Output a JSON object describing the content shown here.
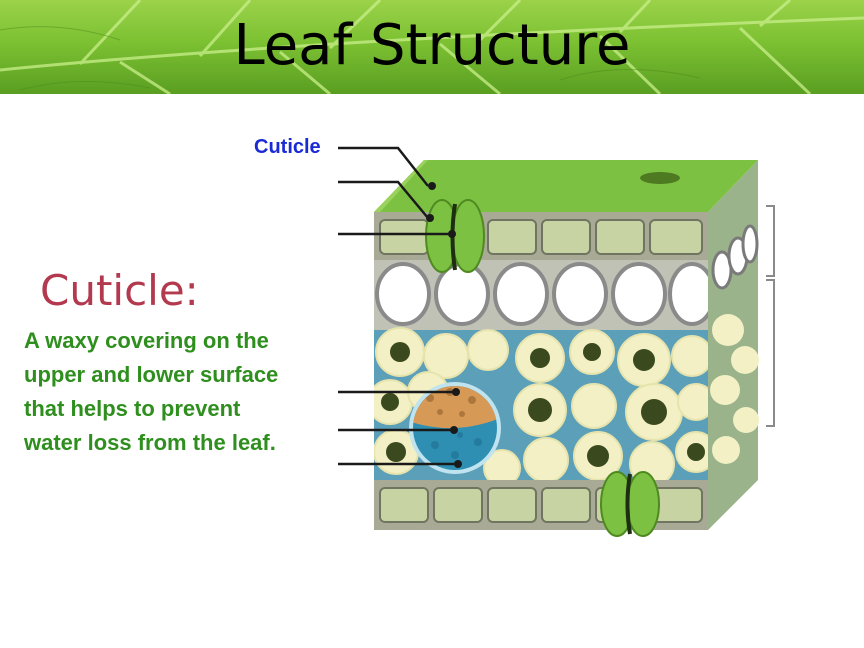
{
  "slide": {
    "title": "Leaf Structure",
    "subhead": "Cuticle:",
    "description": "A waxy covering on the upper and lower surface that helps to prevent water loss from the leaf."
  },
  "diagram": {
    "labels": [
      "Cuticle"
    ]
  },
  "colors": {
    "subhead": "#b3394f",
    "description": "#2f8f1e",
    "label": "#1a2bd6",
    "leaf_green": "#7cc142",
    "banner_green": "#7cc132"
  }
}
